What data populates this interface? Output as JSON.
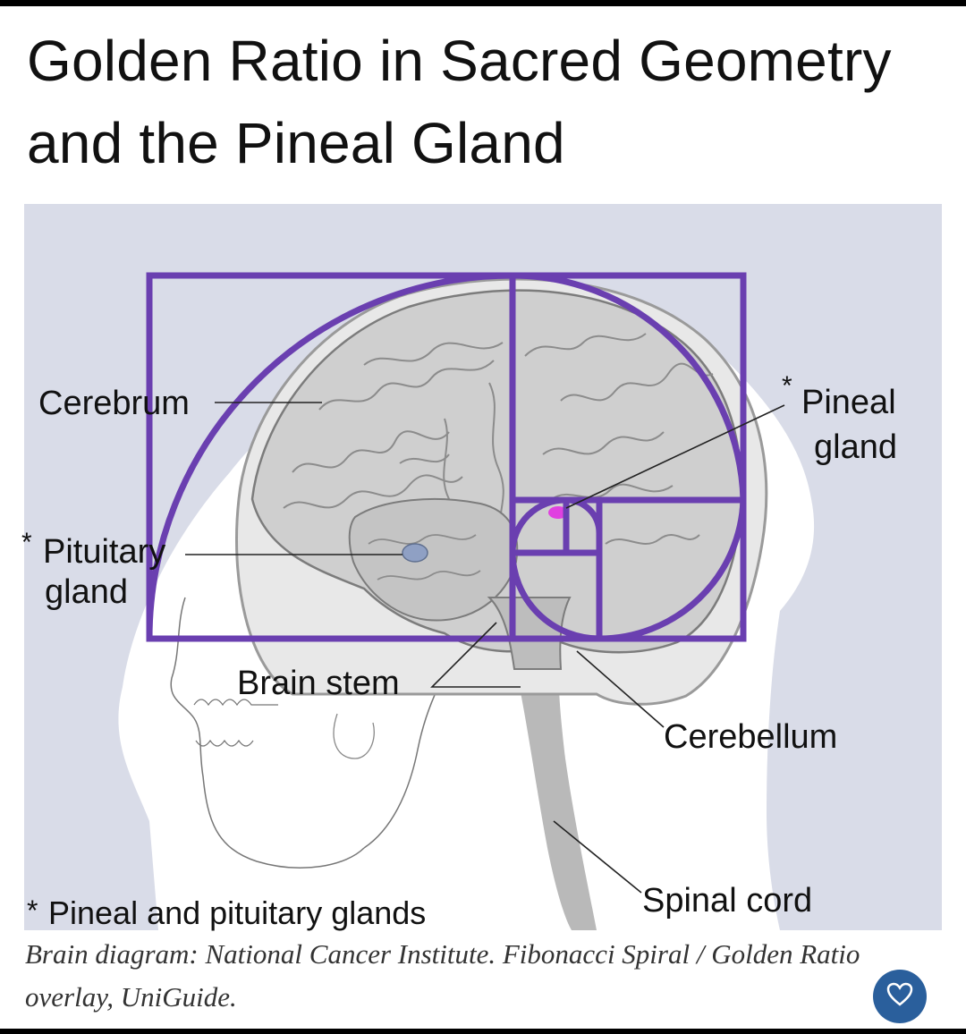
{
  "title": "Golden Ratio in Sacred Geometry and the Pineal Gland",
  "labels": {
    "cerebrum": "Cerebrum",
    "pineal_line1": "Pineal",
    "pineal_line2": "gland",
    "pituitary_line1": "Pituitary",
    "pituitary_line2": "gland",
    "brain_stem": "Brain stem",
    "cerebellum": "Cerebellum",
    "spinal_cord": "Spinal cord",
    "footnote": "Pineal and pituitary glands",
    "asterisk": "*"
  },
  "caption": "Brain diagram: National Cancer Institute. Fibonacci Spiral / Golden Ratio overlay, UniGuide.",
  "colors": {
    "overlay_purple": "#6a3fb0",
    "background_blue": "#d9dce8",
    "pineal_highlight": "#e040e0",
    "like_button": "#2a5f9c"
  },
  "icons": {
    "like": "heart-icon"
  }
}
